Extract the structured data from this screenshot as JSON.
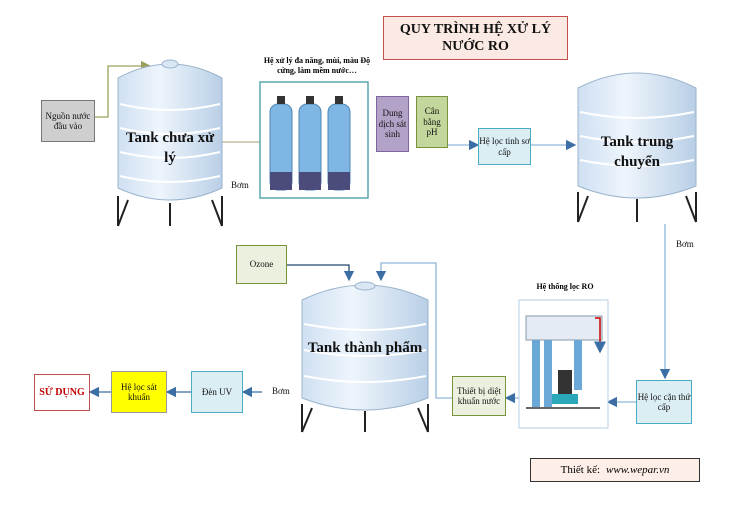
{
  "title": "QUY TRÌNH HỆ XỬ LÝ NƯỚC RO",
  "source_label": "Nguồn nước đầu vào",
  "tank_raw": "Tank chưa xử lý",
  "pump1": "Bơm",
  "filter_caption": "Hệ xử lý đa năng, mùi, màu Độ cứng, làm mềm nước…",
  "disinfect_box": "Dung dịch sát sinh",
  "ph_box": "Cân bằng pH",
  "primary_filter": "Hệ lọc tinh sơ cấp",
  "tank_mid": "Tank trung chuyển",
  "pump2": "Bơm",
  "ro_caption": "Hệ thống lọc RO",
  "secondary_filter": "Hệ lọc cặn thứ cấp",
  "sterilizer": "Thiết bị diệt khuẩn nước",
  "ozone": "Ozone",
  "tank_final": "Tank thành phẩm",
  "pump3": "Bơm",
  "uv": "Đèn UV",
  "bact_filter": "Hệ lọc sát khuẩn",
  "use": "SỬ DỤNG",
  "credit_label": "Thiết kế:",
  "credit_url": "www.wepar.vn",
  "colors": {
    "line": "#8fb6d9",
    "arrow": "#3b6ea5",
    "teal_border": "#5aa7b0",
    "yellow": "#ffff00",
    "use_border": "#c0504d"
  }
}
